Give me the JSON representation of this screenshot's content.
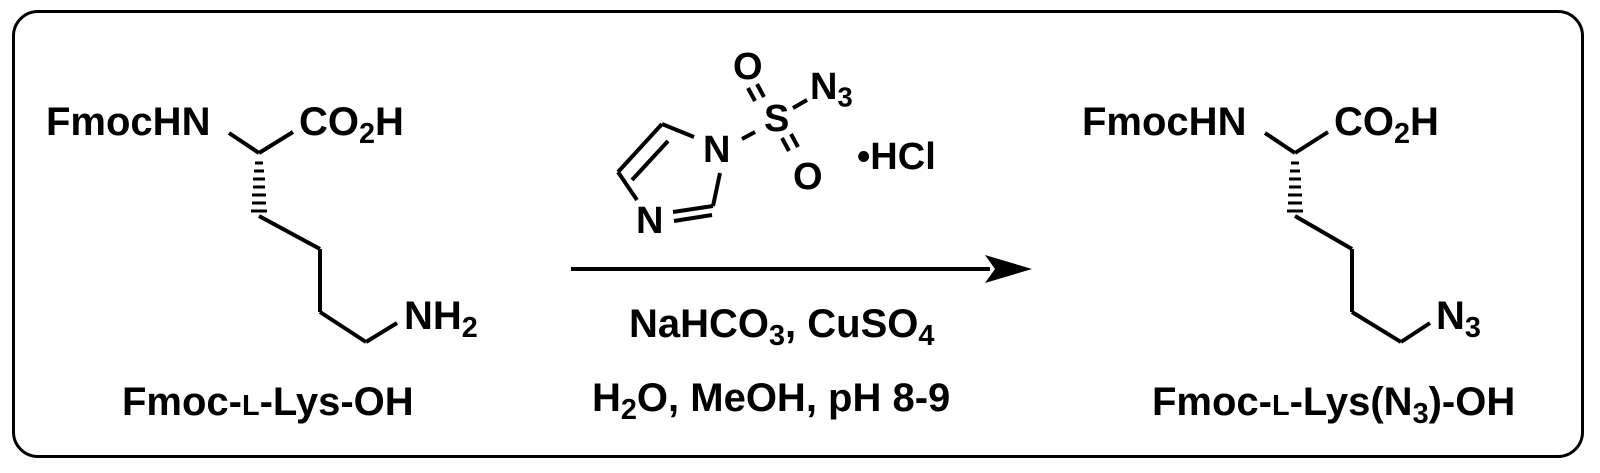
{
  "scheme": {
    "type": "reaction-scheme",
    "starting_material": {
      "name_parts": {
        "prefix": "Fmoc-",
        "stereo": "L",
        "suffix": "-Lys-OH"
      },
      "labels": {
        "n_terminus": "FmocHN",
        "carboxyl_main": "CO",
        "carboxyl_sub": "2",
        "carboxyl_tail": "H",
        "side_chain_main": "NH",
        "side_chain_sub": "2"
      }
    },
    "reagent": {
      "ring_n1": "N",
      "ring_n3": "N",
      "sulfur": "S",
      "oxygen_top": "O",
      "oxygen_bottom": "O",
      "azide_main": "N",
      "azide_sub": "3",
      "salt": "•HCl"
    },
    "conditions": {
      "line1": {
        "a": "NaHCO",
        "a_sub": "3",
        "b": ", CuSO",
        "b_sub": "4"
      },
      "line2": {
        "a": "H",
        "a_sub": "2",
        "b": "O, MeOH, pH 8-9"
      }
    },
    "product": {
      "name_parts": {
        "prefix": "Fmoc-",
        "stereo": "L",
        "mid": "-Lys(N",
        "sub": "3",
        "suffix": ")-OH"
      },
      "labels": {
        "n_terminus": "FmocHN",
        "carboxyl_main": "CO",
        "carboxyl_sub": "2",
        "carboxyl_tail": "H",
        "side_chain_main": "N",
        "side_chain_sub": "3"
      }
    },
    "colors": {
      "ink": "#000000",
      "background": "#ffffff"
    }
  }
}
